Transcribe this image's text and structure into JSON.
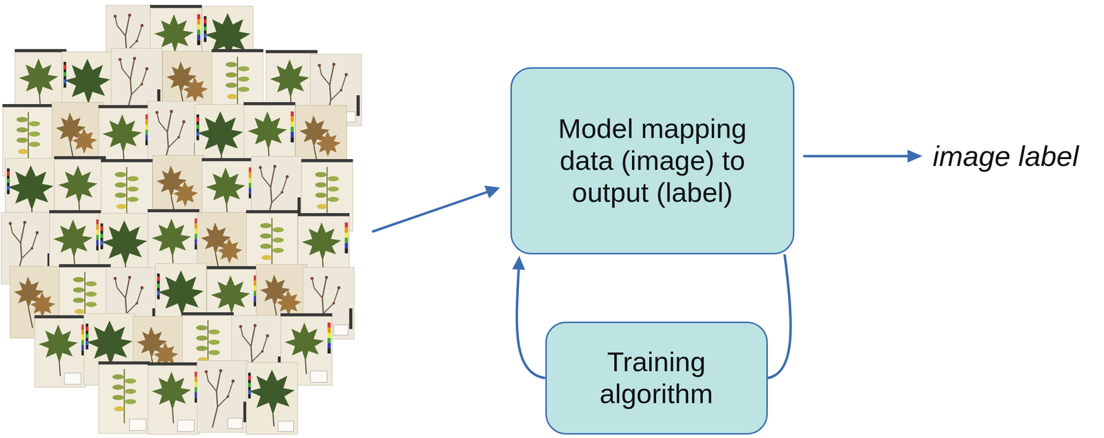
{
  "diagram": {
    "nodes": [
      {
        "text": [
          "Model mapping data (image) to output (label)"
        ]
      },
      {
        "text": [
          "Training algorithm"
        ]
      }
    ],
    "edges": [
      {
        "from": 0,
        "to": 1,
        "arrow": "none"
      },
      {
        "from": 1,
        "to": 0,
        "arrow": "to"
      }
    ],
    "labels": [
      "image label"
    ]
  }
}
